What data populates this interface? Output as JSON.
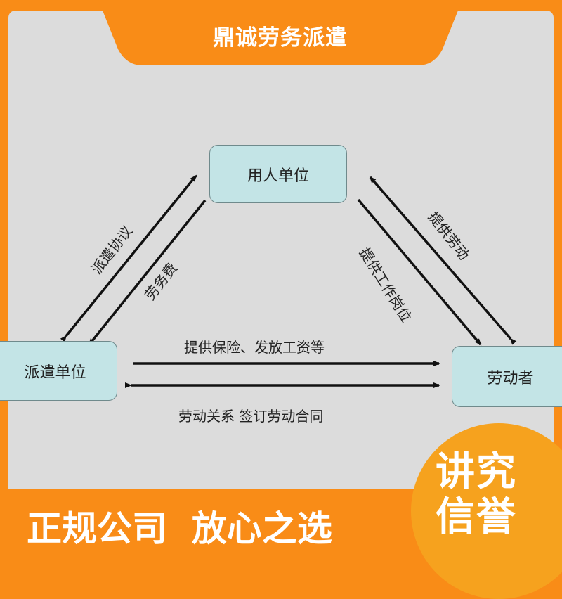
{
  "header": {
    "title": "鼎诚劳务派遣"
  },
  "diagram": {
    "nodes": {
      "employer": "用人单位",
      "agency": "派遣单位",
      "worker": "劳动者"
    },
    "edges": {
      "dispatch_agreement": "派遣协议",
      "service_fee": "劳务费",
      "provide_labor": "提供劳动",
      "provide_position": "提供工作岗位",
      "insurance_wages": "提供保险、发放工资等",
      "labor_contract": "劳动关系 签订劳动合同"
    }
  },
  "footer": {
    "slogan": "正规公司  放心之选",
    "badge_line1": "讲究",
    "badge_line2": "信誉"
  },
  "colors": {
    "orange": "#f98c17",
    "badge": "#f6a21e",
    "panel": "#dcdcdc",
    "box": "#c3e4e6"
  }
}
